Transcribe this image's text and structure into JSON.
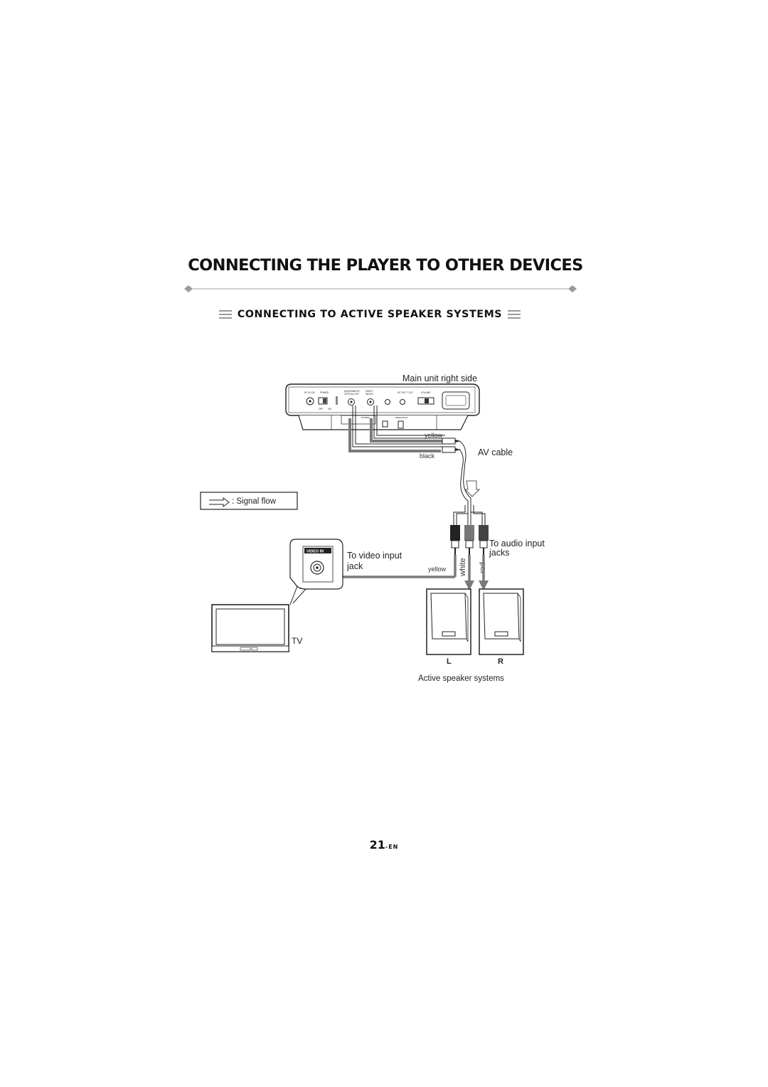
{
  "page": {
    "title": "CONNECTING THE PLAYER TO OTHER DEVICES",
    "section_heading": "CONNECTING TO ACTIVE SPEAKER SYSTEMS",
    "page_number": "21",
    "page_number_suffix": "-EN"
  },
  "diagram": {
    "unit_caption": "Main unit right side",
    "unit_panel_labels": [
      "DC IN 12V",
      "POWER",
      "AUDIO/ABOUT OPTICAL OUT",
      "VIDEO IN/OUT",
      "DC OUT 7-12V",
      "VOLUME",
      "OFF",
      "ON",
      "NORMAL",
      "MIRROR/PIC"
    ],
    "cable_colors": {
      "yellow_label": "yellow",
      "black_label": "black"
    },
    "av_cable_label": "AV cable",
    "signal_flow_legend": ": Signal  flow",
    "video_in_label": "VIDEO IN",
    "to_video_input": [
      "To video input",
      "jack"
    ],
    "to_audio_input": [
      "To audio input",
      "jacks"
    ],
    "plug_labels": {
      "yellow": "yellow",
      "white": "white",
      "red": "red"
    },
    "tv_label": "TV",
    "speaker_left": "L",
    "speaker_right": "R",
    "speakers_caption": "Active speaker systems",
    "colors": {
      "line": "#333333",
      "signal_arrow": "#7a7a7a",
      "rule": "#b0b0b0"
    }
  }
}
